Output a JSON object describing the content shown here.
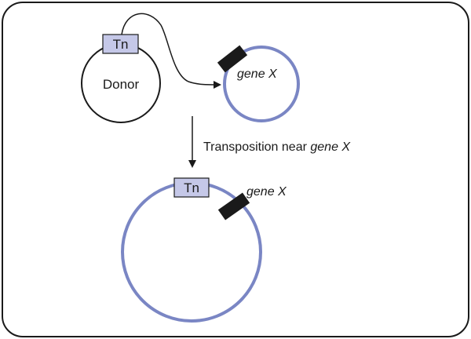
{
  "transposon": {
    "label": "Tn"
  },
  "donor": {
    "label": "Donor"
  },
  "target": {
    "gene_label": "gene X"
  },
  "step": {
    "label_plain": "Transposition near ",
    "label_italic": "gene X"
  },
  "result": {
    "transposon_label": "Tn",
    "gene_label": "gene X"
  },
  "colors": {
    "plasmid": "#7a86c4",
    "transposon_fill": "#c5c8e8",
    "gene_block": "#1a1a1a",
    "outline": "#1a1a1a"
  }
}
